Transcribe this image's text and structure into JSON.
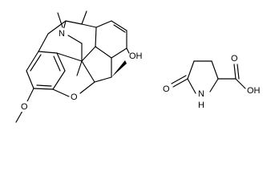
{
  "structure": {
    "molecule_1": {
      "atoms": {
        "methyl": "",
        "nitrogen": "N",
        "hydroxyl": "OH",
        "ring_oxygen": "O",
        "methoxy_oxygen": "O"
      }
    },
    "molecule_2": {
      "atoms": {
        "carbonyl_oxygen": "O",
        "ring_nitrogen": "N",
        "ring_nitrogen_h": "H",
        "acid_oxygen": "O",
        "acid_hydroxyl": "OH"
      }
    },
    "colors": {
      "bond": "#000000",
      "background": "#ffffff"
    }
  }
}
